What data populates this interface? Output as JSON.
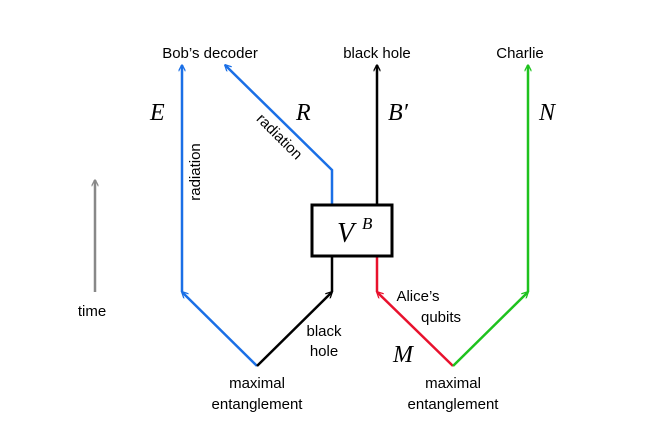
{
  "colors": {
    "blue": "#1a6fe6",
    "red": "#e8112d",
    "green": "#1ec21e",
    "black": "#000000",
    "gray": "#888888"
  },
  "labels": {
    "bobs_decoder": "Bob’s decoder",
    "black_hole_top": "black hole",
    "charlie": "Charlie",
    "time": "time",
    "radiation_vertical": "radiation",
    "radiation_diagonal": "radiation",
    "black_hole_lower_1": "black",
    "black_hole_lower_2": "hole",
    "alices_qubits_1": "Alice’s",
    "alices_qubits_2": "qubits",
    "maximal_left_1": "maximal",
    "maximal_left_2": "entanglement",
    "maximal_right_1": "maximal",
    "maximal_right_2": "entanglement"
  },
  "symbols": {
    "E": "E",
    "R": "R",
    "B_prime": "B′",
    "N": "N",
    "M": "M",
    "box_main": "V",
    "box_sup": "B"
  }
}
